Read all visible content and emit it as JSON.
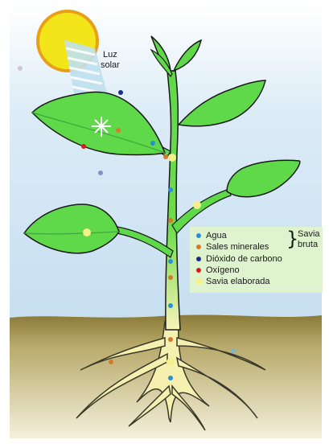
{
  "sun_label": "Luz\nsolar",
  "legend": {
    "items": [
      {
        "label": "Agua",
        "color": "#2a8fd6"
      },
      {
        "label": "Sales minerales",
        "color": "#d67a2a"
      },
      {
        "label": "Dióxido de carbono",
        "color": "#1a2f8a"
      },
      {
        "label": "Oxígeno",
        "color": "#d61a1a"
      },
      {
        "label": "Savia elaborada",
        "color": "#f5f08a"
      }
    ],
    "group_label": "Savia\nbruta"
  },
  "colors": {
    "background": "#ffffff",
    "sky": "#cfe3f2",
    "soil": "#9a8a4a",
    "leaf": "#5fd84a",
    "leaf_outline": "#1a1a1a",
    "stem": "#5fd84a",
    "root": "#f5efb0",
    "sun": "#f2e61a",
    "sun_outline": "#e8a01a"
  }
}
